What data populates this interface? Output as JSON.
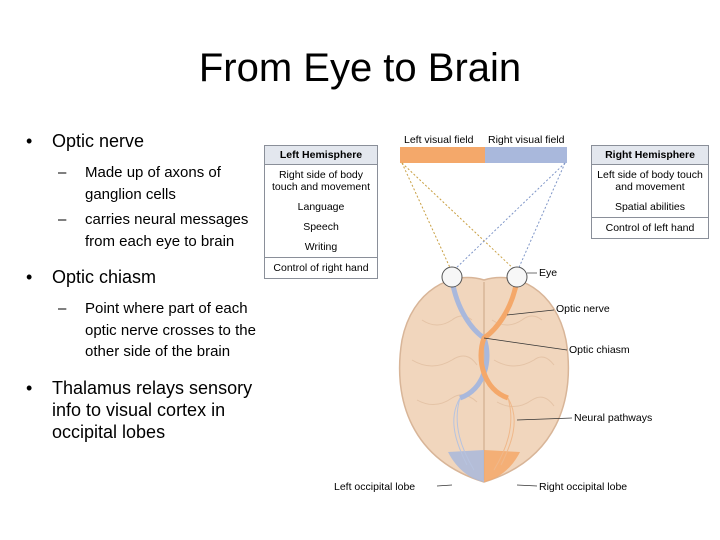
{
  "slide": {
    "title": "From Eye to Brain",
    "bullets": [
      {
        "text": "Optic nerve",
        "subs": [
          "Made up of axons of ganglion cells",
          "carries neural messages from each eye to brain"
        ]
      },
      {
        "text": "Optic chiasm",
        "subs": [
          "Point where part of each optic nerve crosses to the other side of the brain"
        ]
      },
      {
        "text": "Thalamus relays sensory info to visual cortex in occipital lobes",
        "subs": []
      }
    ]
  },
  "figure": {
    "visual_field": {
      "left": "Left visual field",
      "right": "Right visual field"
    },
    "left_hemisphere": {
      "title": "Left Hemisphere",
      "items": [
        "Right side of body touch and movement",
        "Language",
        "Speech",
        "Writing",
        "Control of right hand"
      ]
    },
    "right_hemisphere": {
      "title": "Right Hemisphere",
      "items": [
        "Left side of body touch and movement",
        "Spatial abilities",
        "Control of left hand"
      ]
    },
    "labels": {
      "eye": "Eye",
      "optic_nerve": "Optic nerve",
      "optic_chiasm": "Optic chiasm",
      "neural_pathways": "Neural pathways",
      "left_occipital": "Left occipital lobe",
      "right_occipital": "Right occipital lobe"
    },
    "colors": {
      "left_field": "#f4a86a",
      "right_field": "#a9b8dc",
      "brain": "#f1d6bd"
    }
  }
}
